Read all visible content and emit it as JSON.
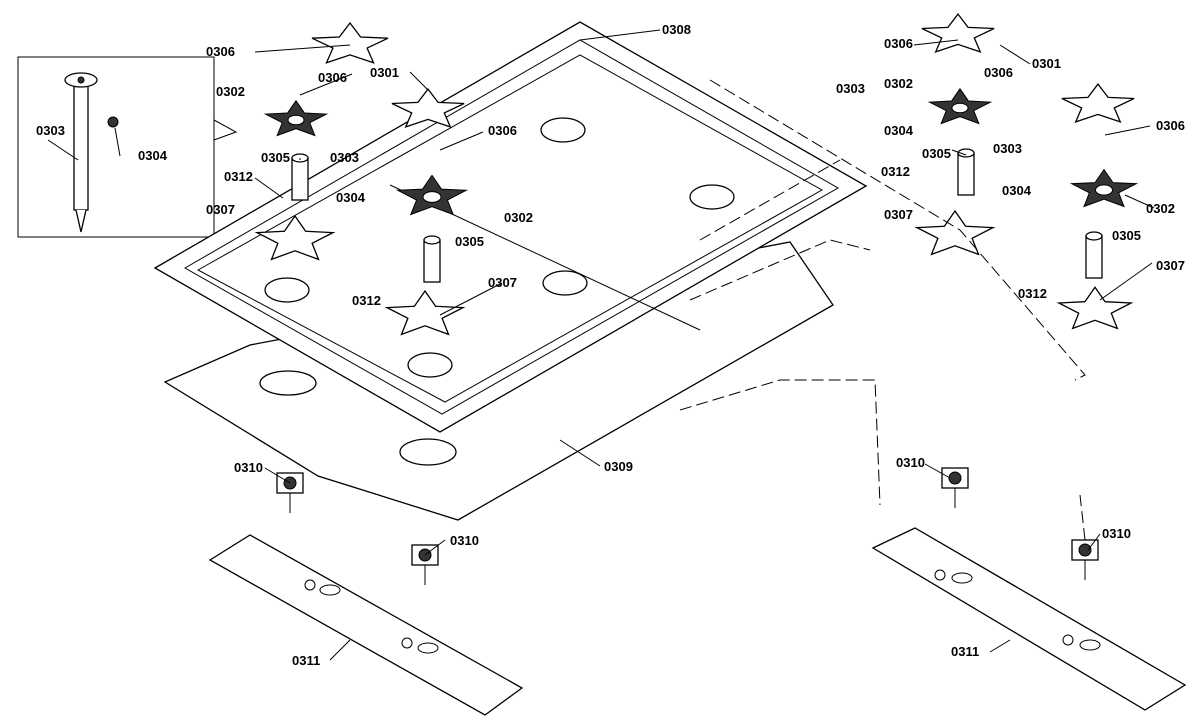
{
  "diagram": {
    "left_group": {
      "labels": [
        "0306",
        "0306",
        "0301",
        "0302",
        "0303",
        "0304",
        "0305",
        "0303",
        "0306",
        "0312",
        "0304",
        "0302",
        "0307",
        "0305",
        "0312",
        "0307",
        "0308",
        "0309",
        "0310",
        "0310",
        "0311"
      ]
    },
    "right_group": {
      "labels": [
        "0306",
        "0301",
        "0302",
        "0306",
        "0303",
        "0304",
        "0305",
        "0303",
        "0306",
        "0312",
        "0304",
        "0302",
        "0307",
        "0305",
        "0312",
        "0307",
        "0310",
        "0310",
        "0311"
      ]
    }
  }
}
